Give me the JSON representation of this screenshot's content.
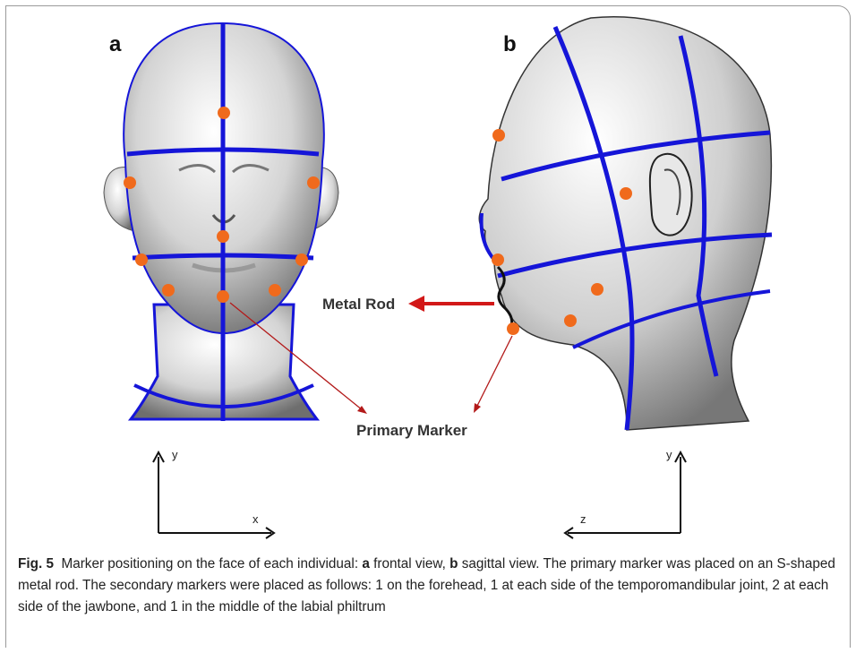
{
  "panels": [
    {
      "letter": "a",
      "view": "frontal"
    },
    {
      "letter": "b",
      "view": "sagittal"
    }
  ],
  "callouts": {
    "metal_rod": "Metal Rod",
    "primary_marker": "Primary Marker"
  },
  "axes": {
    "left": {
      "vertical": "y",
      "horizontal": "x"
    },
    "right": {
      "vertical": "y",
      "horizontal": "z"
    }
  },
  "colors": {
    "marker": "#f06a1c",
    "grid_line": "#1515d8",
    "rod_arrow": "#d21818",
    "leader_line": "#b31a1a",
    "head_fill": "#d9d9d9"
  },
  "caption": {
    "fig_label": "Fig. 5",
    "a": "a",
    "a_text": " frontal view, ",
    "b": "b",
    "b_text": " sagittal view. The primary marker was placed on an S-shaped metal rod. The secondary markers were placed as follows: 1 on the forehead, 1 at each side of the temporomandibular joint, 2 at each side of the jawbone, and 1 in the middle of the labial philtrum",
    "intro": "Marker positioning on the face of each individual: "
  }
}
